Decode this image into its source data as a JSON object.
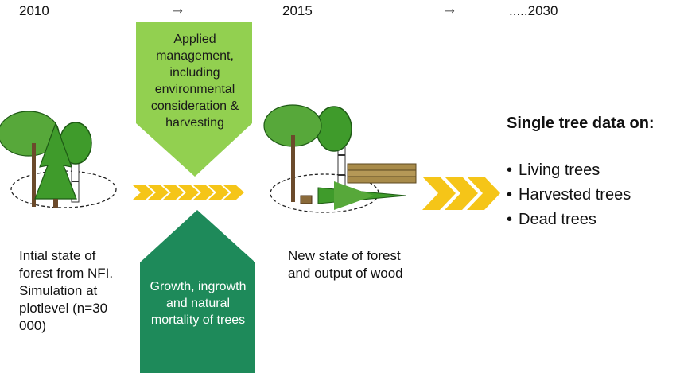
{
  "timeline": {
    "year_start": "2010",
    "arrow1": "→",
    "year_mid": "2015",
    "arrow2": "→",
    "year_end": ".....2030"
  },
  "boxes": {
    "management": "Applied management, including environmental consideration & harvesting",
    "growth": "Growth, ingrowth and natural mortality of trees"
  },
  "states": {
    "initial": "Intial state of forest from NFI. Simulation at plotlevel (n=30 000)",
    "new": "New state of forest and output of wood"
  },
  "output": {
    "heading": "Single tree data on:",
    "items": [
      "Living trees",
      "Harvested trees",
      "Dead trees"
    ]
  },
  "colors": {
    "light_green": "#92D050",
    "dark_green": "#1E8A5A",
    "chevron": "#F5C518",
    "tree_green": "#3F9B2B"
  }
}
